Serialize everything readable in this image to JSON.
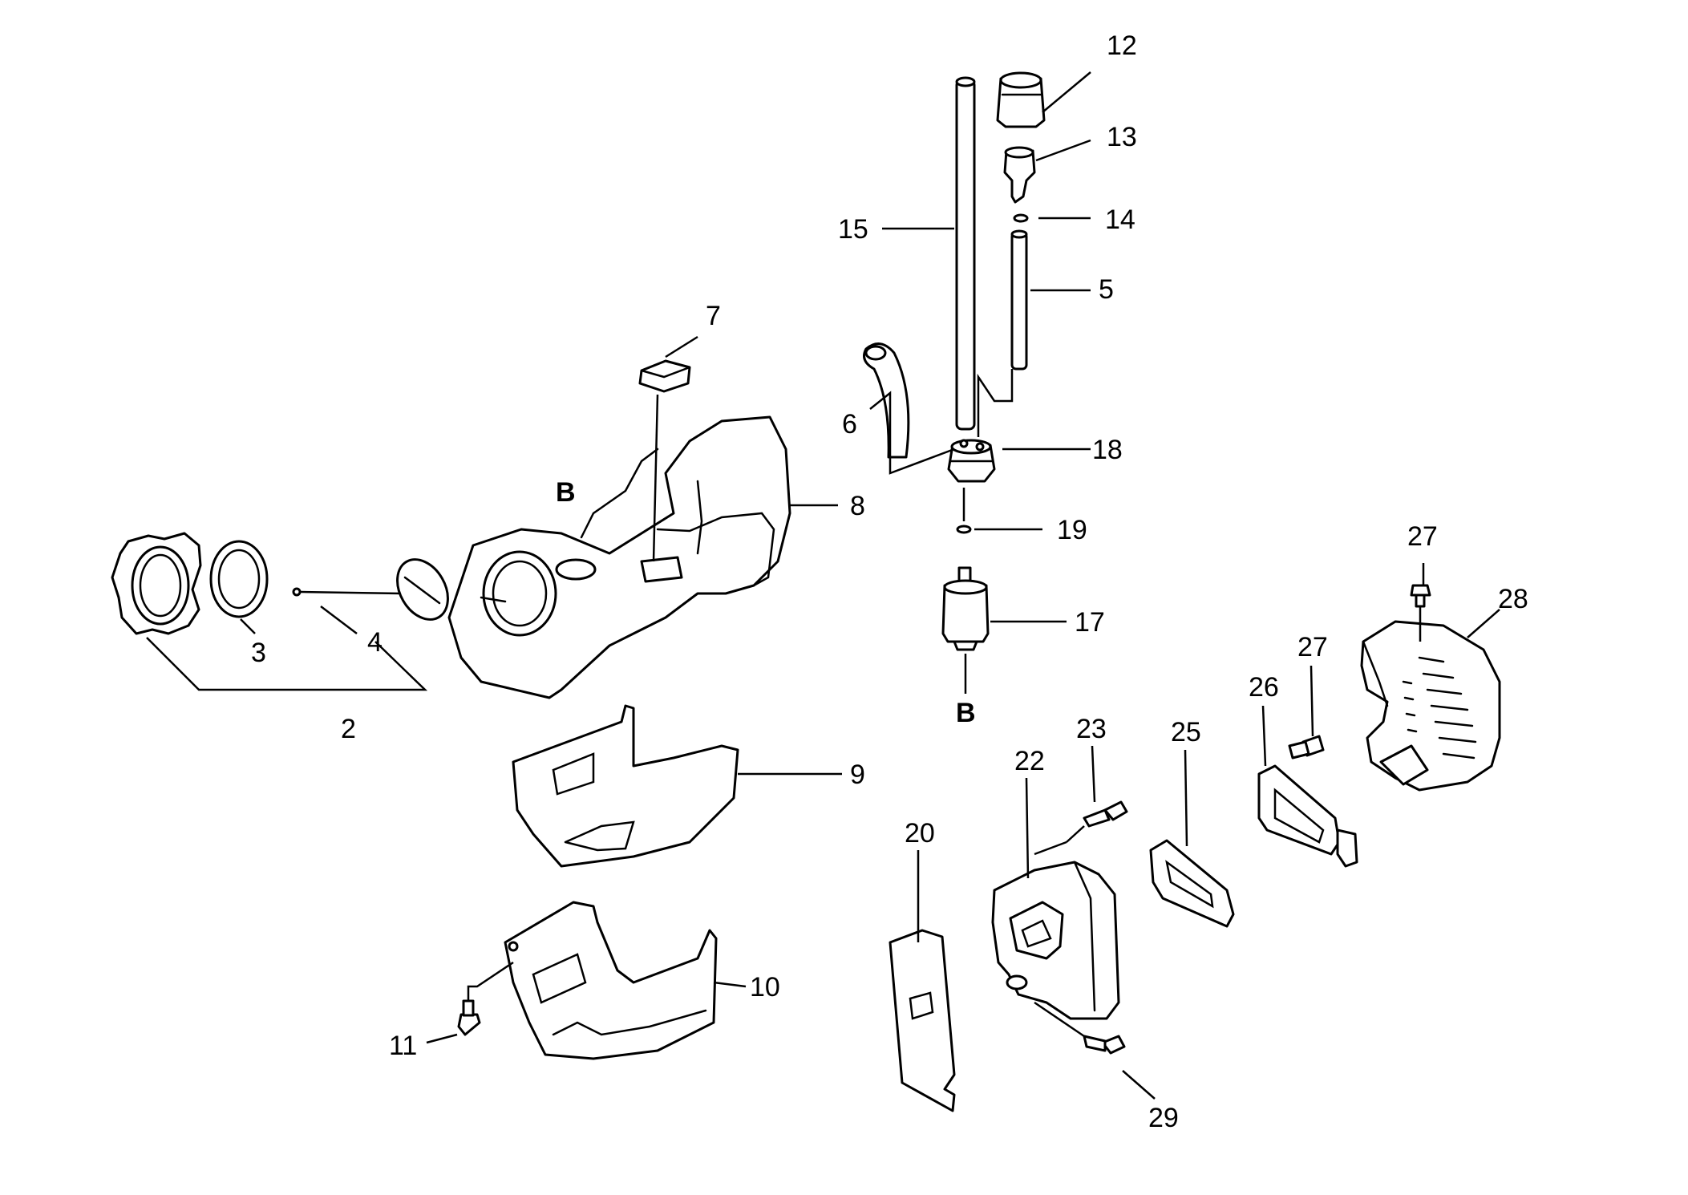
{
  "callouts": {
    "n2": "2",
    "n3": "3",
    "n4": "4",
    "n5": "5",
    "n6": "6",
    "n7": "7",
    "n8": "8",
    "n9": "9",
    "n10": "10",
    "n11": "11",
    "n12": "12",
    "n13": "13",
    "n14": "14",
    "n15": "15",
    "n17": "17",
    "n18": "18",
    "n19": "19",
    "n20": "20",
    "n22": "22",
    "n23": "23",
    "n25": "25",
    "n26": "26",
    "n27a": "27",
    "n27b": "27",
    "n28": "28",
    "n29": "29",
    "refB1": "B",
    "refB2": "B"
  },
  "colors": {
    "line": "#000000",
    "background": "#ffffff"
  }
}
